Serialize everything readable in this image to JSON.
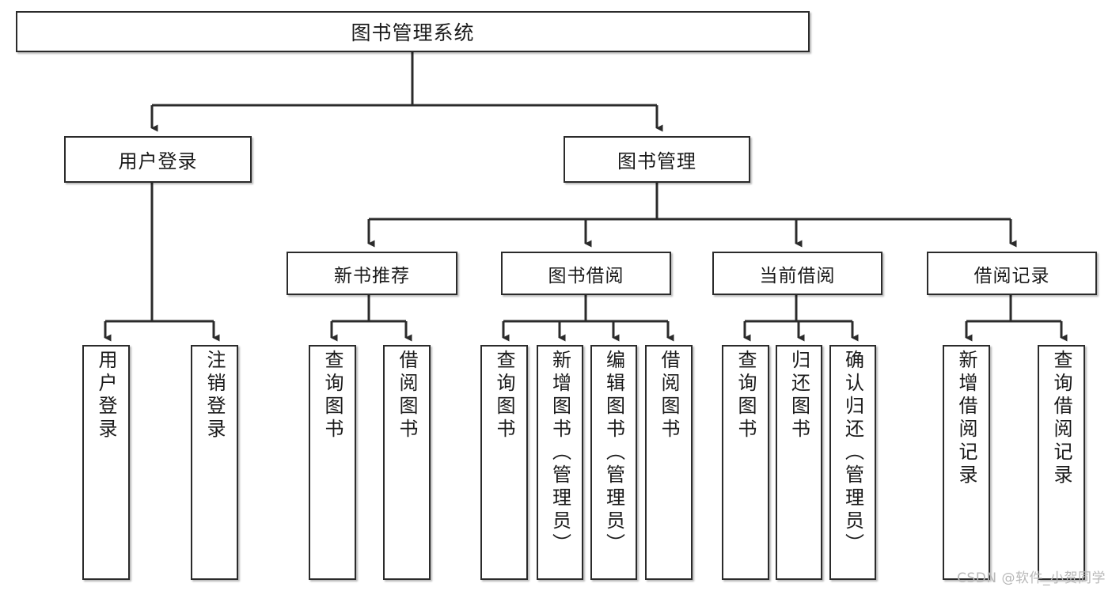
{
  "diagram": {
    "title_node": {
      "label": "图书管理系统"
    },
    "level2": [
      {
        "label": "用户登录"
      },
      {
        "label": "图书管理"
      }
    ],
    "level3": [
      {
        "label": "新书推荐"
      },
      {
        "label": "图书借阅"
      },
      {
        "label": "当前借阅"
      },
      {
        "label": "借阅记录"
      }
    ],
    "leaves": {
      "user_login": [
        {
          "label": "用户登录"
        },
        {
          "label": "注销登录"
        }
      ],
      "new_book_recommend": [
        {
          "label": "查询图书"
        },
        {
          "label": "借阅图书"
        }
      ],
      "book_borrow": [
        {
          "label": "查询图书"
        },
        {
          "label": "新增图书（管理员）"
        },
        {
          "label": "编辑图书（管理员）"
        },
        {
          "label": "借阅图书"
        }
      ],
      "current_borrow": [
        {
          "label": "查询图书"
        },
        {
          "label": "归还图书"
        },
        {
          "label": "确认归还（管理员）"
        }
      ],
      "borrow_records": [
        {
          "label": "新增借阅记录"
        },
        {
          "label": "查询借阅记录"
        }
      ]
    }
  },
  "watermark": {
    "text": "CSDN @软件_小贺同学"
  },
  "colors": {
    "stroke": "#2b2b2b",
    "box_fill": "#ffffff",
    "text": "#1a1a1a",
    "watermark": "#b8b8b8"
  }
}
